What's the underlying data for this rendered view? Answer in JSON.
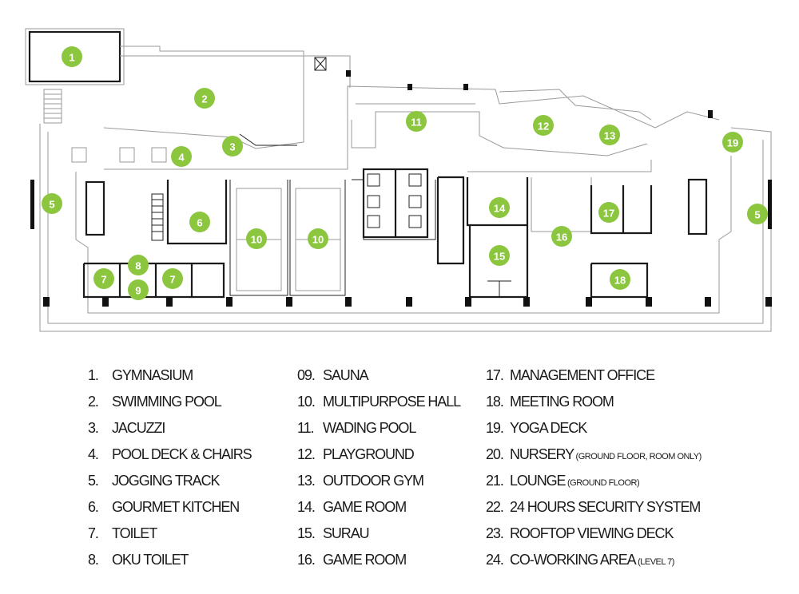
{
  "markers": [
    {
      "label": "1"
    },
    {
      "label": "2"
    },
    {
      "label": "3"
    },
    {
      "label": "4"
    },
    {
      "label": "5"
    },
    {
      "label": "5"
    },
    {
      "label": "6"
    },
    {
      "label": "7"
    },
    {
      "label": "7"
    },
    {
      "label": "8"
    },
    {
      "label": "9"
    },
    {
      "label": "10"
    },
    {
      "label": "10"
    },
    {
      "label": "11"
    },
    {
      "label": "12"
    },
    {
      "label": "13"
    },
    {
      "label": "14"
    },
    {
      "label": "15"
    },
    {
      "label": "16"
    },
    {
      "label": "17"
    },
    {
      "label": "18"
    },
    {
      "label": "19"
    }
  ],
  "legend": [
    {
      "num": "1.",
      "name": "GYMNASIUM",
      "note": ""
    },
    {
      "num": "2.",
      "name": "SWIMMING POOL",
      "note": ""
    },
    {
      "num": "3.",
      "name": "JACUZZI",
      "note": ""
    },
    {
      "num": "4.",
      "name": "POOL DECK & CHAIRS",
      "note": ""
    },
    {
      "num": "5.",
      "name": "JOGGING TRACK",
      "note": ""
    },
    {
      "num": "6.",
      "name": "GOURMET KITCHEN",
      "note": ""
    },
    {
      "num": "7.",
      "name": "TOILET",
      "note": ""
    },
    {
      "num": "8.",
      "name": "OKU TOILET",
      "note": ""
    },
    {
      "num": "09.",
      "name": "SAUNA",
      "note": ""
    },
    {
      "num": "10.",
      "name": "MULTIPURPOSE HALL",
      "note": ""
    },
    {
      "num": "11.",
      "name": "WADING POOL",
      "note": ""
    },
    {
      "num": "12.",
      "name": "PLAYGROUND",
      "note": ""
    },
    {
      "num": "13.",
      "name": "OUTDOOR GYM",
      "note": ""
    },
    {
      "num": "14.",
      "name": "GAME ROOM",
      "note": ""
    },
    {
      "num": "15.",
      "name": "SURAU",
      "note": ""
    },
    {
      "num": "16.",
      "name": "GAME ROOM",
      "note": ""
    },
    {
      "num": "17.",
      "name": "MANAGEMENT OFFICE",
      "note": ""
    },
    {
      "num": "18.",
      "name": "MEETING ROOM",
      "note": ""
    },
    {
      "num": "19.",
      "name": "YOGA DECK",
      "note": ""
    },
    {
      "num": "20.",
      "name": "NURSERY",
      "note": "(GROUND FLOOR, ROOM ONLY)"
    },
    {
      "num": "21.",
      "name": "LOUNGE",
      "note": "(GROUND FLOOR)"
    },
    {
      "num": "22.",
      "name": "24 HOURS SECURITY SYSTEM",
      "note": ""
    },
    {
      "num": "23.",
      "name": "ROOFTOP VIEWING DECK",
      "note": ""
    },
    {
      "num": "24.",
      "name": "CO-WORKING AREA",
      "note": "(LEVEL 7)"
    }
  ],
  "colors": {
    "marker": "#8cc63f",
    "wall": "#1a1a1a",
    "thin_line": "#9a9a9a"
  }
}
